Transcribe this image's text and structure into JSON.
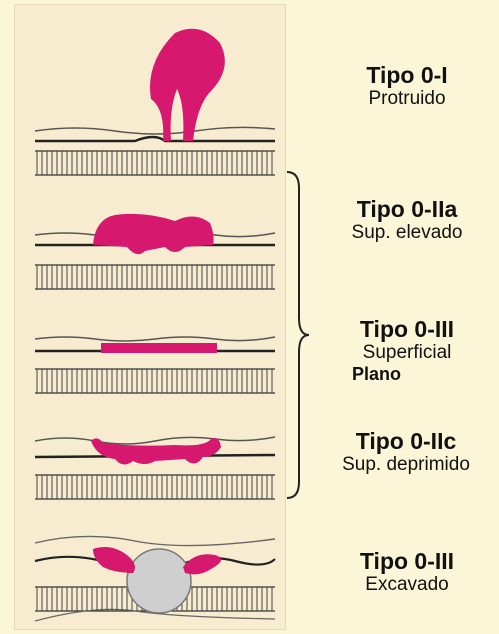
{
  "types": [
    {
      "title": "Tipo 0-I",
      "subtitle": "Protruido"
    },
    {
      "title": "Tipo 0-IIa",
      "subtitle": "Sup. elevado"
    },
    {
      "title": "Tipo 0-III",
      "subtitle": "Superficial",
      "extra": "Plano"
    },
    {
      "title": "Tipo 0-IIc",
      "subtitle": "Sup. deprimido"
    },
    {
      "title": "Tipo 0-III",
      "subtitle": "Excavado"
    }
  ],
  "colors": {
    "lesion": "#d6186f",
    "line": "#333333",
    "ulcer": "#cfcfcf",
    "panel": "#f8ecd0",
    "background": "#fbf6d8"
  }
}
